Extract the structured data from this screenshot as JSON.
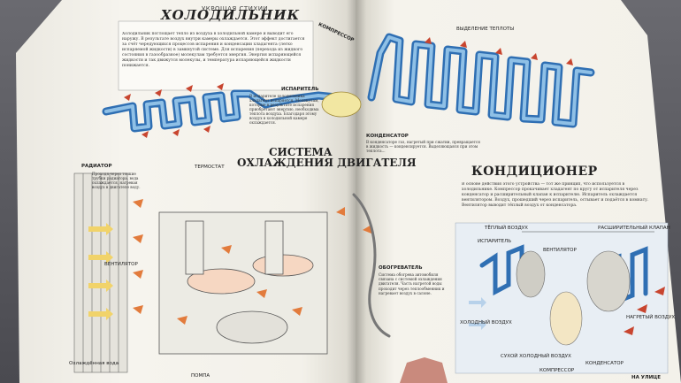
{
  "spread": {
    "section_label": "УКРОЩАЯ СТИХИИ",
    "fridge": {
      "title": "ХОЛОДИЛЬНИК",
      "intro": "Холодильник поглощает тепло из воздуха в холодильной камере и выводит его наружу. В результате воздух внутри камеры охлаждается. Этот эффект достигается за счёт чередующихся процессов испарения и конденсации хладагента (легко испаряемой жидкости) в замкнутой системе. Для испарения (перехода из жидкого состояния в газообразное) молекулам требуется энергия. Энергия испаряющейся жидкости и так движутся молекулы, и температура испаряющейся жидкости понижается.",
      "evaporator_title": "ИСПАРИТЕЛЬ",
      "evaporator_text": "В испарителе холодильника хладагент испаряется. Молекулам, которые в результате испарения приобретают энергию, необходима теплота воздуха. Благодаря этому воздух в холодильной камере охлаждается.",
      "compressor_label": "КОМПРЕССОР",
      "heat_release_label": "ВЫДЕЛЕНИЕ ТЕПЛОТЫ",
      "condenser_title": "КОНДЕНСАТОР",
      "condenser_text": "В конденсаторе газ, нагретый при сжатии, превращается в жидкость — конденсируется. Выделяющаяся при этом теплота..."
    },
    "engine_cooling": {
      "title_line1": "СИСТЕМА",
      "title_line2": "ОХЛАЖДЕНИЯ ДВИГАТЕЛЯ",
      "radiator_title": "РАДИАТОР",
      "radiator_text": "Проходя через тонкие трубки радиатора, вода охлаждается, нагревая воздух в двигателе воду.",
      "thermostat_label": "ТЕРМОСТАТ",
      "fan_label": "ВЕНТИЛЯТОР",
      "cooled_water_label": "Охлаждённая вода",
      "pump_label": "ПОМПА",
      "heater_title": "ОБОГРЕВАТЕЛЬ",
      "heater_text": "Система обогрева автомобиля связана с системой охлаждения двигателя. Часть нагретой воды проходит через теплообменник и нагревает воздух в салоне."
    },
    "ac": {
      "title": "КОНДИЦИОНЕР",
      "intro": "В основе действия этого устройства — тот же принцип, что используется в холодильнике. Компрессор прокачивает хладагент по кругу от испарителя через конденсатор и расширительный клапан к испарителю. Испаритель охлаждается вентилятором. Воздух, прошедший через испаритель, остывает и подаётся в комнату. Вентилятор выводит тёплый воздух от конденсатора.",
      "warm_air_label": "ТЁПЛЫЙ ВОЗДУХ",
      "expansion_valve_label": "РАСШИРИТЕЛЬНЫЙ КЛАПАН",
      "evaporator_label": "ИСПАРИТЕЛЬ",
      "fan_label": "ВЕНТИЛЯТОР",
      "cold_air_label": "ХОЛОДНЫЙ ВОЗДУХ",
      "dry_cold_air_label": "СУХОЙ ХОЛОДНЫЙ ВОЗДУХ",
      "compressor_label": "КОМПРЕССОР",
      "condenser_label": "КОНДЕНСАТОР",
      "hot_air_label": "НАГРЕТЫЙ ВОЗДУХ",
      "outside_label": "НА УЛИЦЕ"
    }
  },
  "colors": {
    "pipe_blue": "#2f6fb3",
    "pipe_light": "#8fc0e6",
    "arrow_red": "#c8452f",
    "arrow_orange": "#e27b3c",
    "page": "#f3f1ea",
    "ac_tint": "#e8eef4"
  }
}
